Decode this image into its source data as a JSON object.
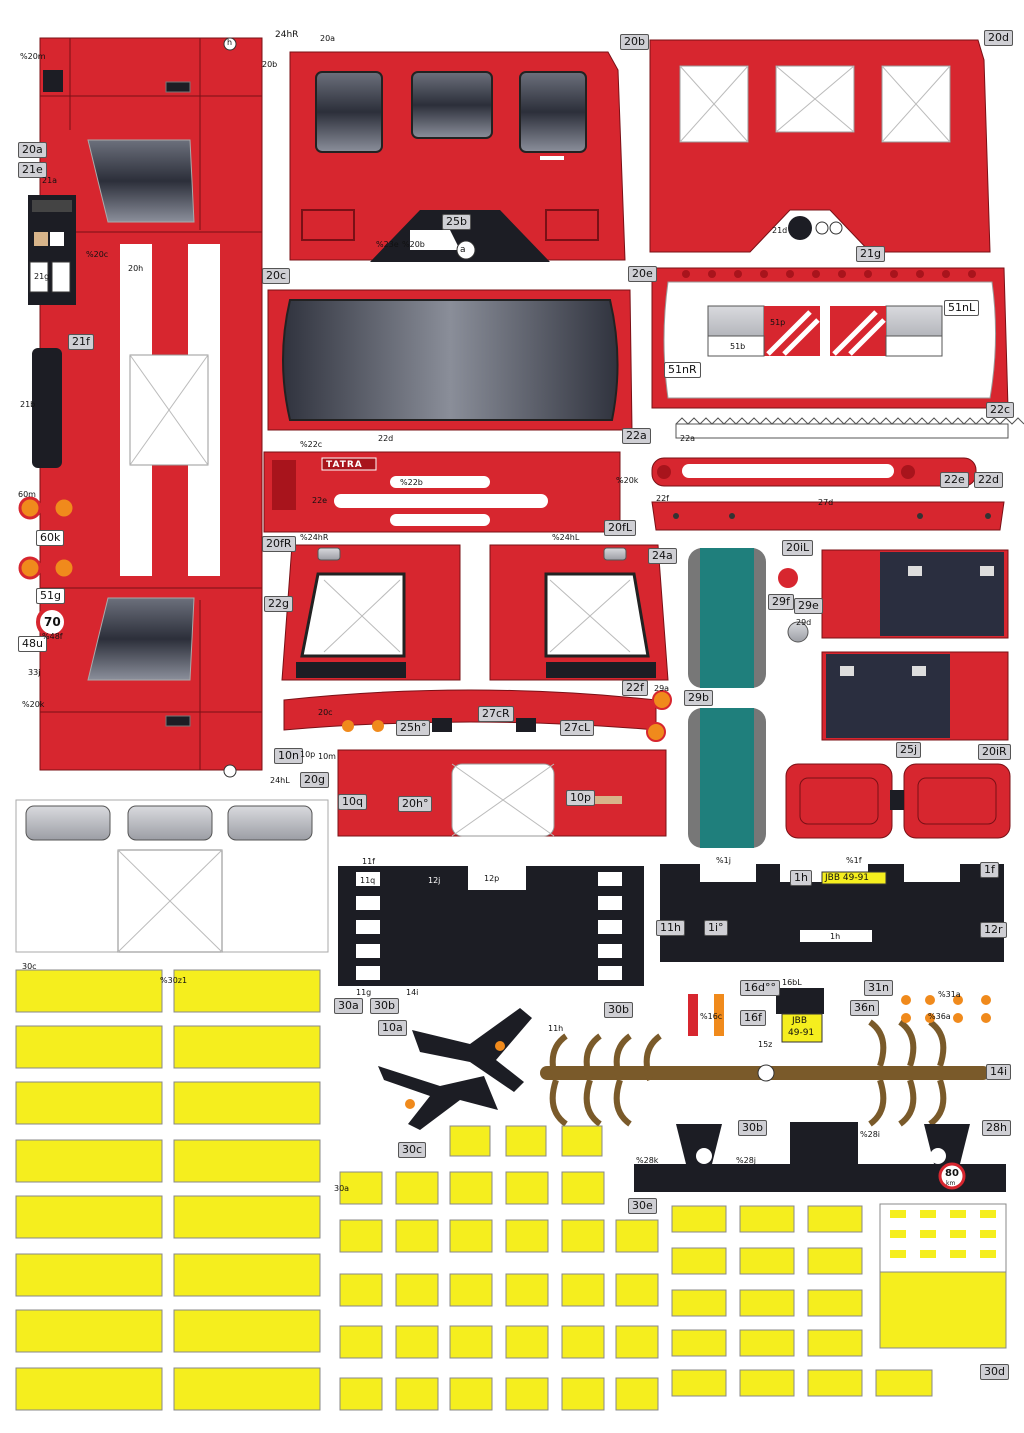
{
  "sheet": {
    "brand": "TATRA",
    "plate": "JBB 49-91",
    "plate_split_top": "JBB",
    "plate_split_bottom": "49-91",
    "speed_70": "70",
    "speed_80": "80",
    "speed_km": "km"
  },
  "part_tags": {
    "t24hR": "24hR",
    "t20b": "20b",
    "t20d": "20d",
    "t20a_l": "20a",
    "t21e": "21e",
    "t21f": "21f",
    "t25b": "25b",
    "t20c": "20c",
    "t20e": "20e",
    "t21g": "21g",
    "t51nL": "51nL",
    "t51nR": "51nR",
    "t22c": "22c",
    "t22a": "22a",
    "t22e": "22e",
    "t22d": "22d",
    "t60k": "60k",
    "t51g": "51g",
    "t48u": "48u",
    "t20fR": "20fR",
    "t20fL": "20fL",
    "t24a": "24a",
    "t20iL": "20iL",
    "t29f": "29f",
    "t29e": "29e",
    "t22g": "22g",
    "t22f": "22f",
    "t29b": "29b",
    "t27cR": "27cR",
    "t27cL": "27cL",
    "t25h": "25h°",
    "t25j": "25j",
    "t20iR": "20iR",
    "t10n": "10n",
    "t20g": "20g",
    "t10q": "10q",
    "t20h": "20h°",
    "t10p": "10p",
    "t1h": "1h",
    "t1f": "1f",
    "t11h": "11h",
    "t1i": "1i°",
    "t12r": "12r",
    "t30a": "30a",
    "t30b_l": "30b",
    "t10a": "10a",
    "t30b_r": "30b",
    "t16d": "16d°°",
    "t16f": "16f",
    "t31n": "31n",
    "t36n": "36n",
    "t14i": "14i",
    "t30b_b": "30b",
    "t28h": "28h",
    "t30c": "30c",
    "t30e": "30e",
    "t30d": "30d"
  },
  "small_labels": {
    "l20a": "20a",
    "l20b": "20b",
    "l20c": "%20c",
    "l20h": "20h",
    "l20m": "%20m",
    "l20k": "%20k",
    "l21a": "21a",
    "l21b": "21b",
    "l21g": "21g",
    "l21d": "21d",
    "l22a": "22a",
    "l22b": "%22b",
    "l22c": "%22c",
    "l22d": "22d",
    "l22e": "22e",
    "l22f": "22f",
    "l27d": "27d",
    "l24hR": "%24hR",
    "l24hL": "%24hL",
    "l24hL2": "24hL",
    "l51b": "51b",
    "l51p": "51p",
    "l60m": "60m",
    "l48f": "%48f",
    "l33j": "33j",
    "l29a": "29a",
    "l29d": "29d",
    "l11f": "11f",
    "l11q": "11q",
    "l12j": "12j",
    "l12p": "12p",
    "l14i": "14i",
    "l11g": "11g",
    "l1j": "%1j",
    "l1f": "%1f",
    "l1h": "1h",
    "l30c": "30c",
    "l30z1": "%30z1",
    "l30a": "30a",
    "l11h": "11h",
    "l15z": "15z",
    "l16bL": "16bL",
    "l16c": "%16c",
    "l28k": "%28k",
    "l28j": "%28j",
    "l28i": "%28i",
    "l31a": "%31a",
    "l36a": "%36a",
    "l20fk": "%20k",
    "l10m": "10m",
    "l10p": "10p",
    "la": "a",
    "lh": "h",
    "l23e": "%23e",
    "l20b2": "%20b",
    "l24a_tag": "20c"
  },
  "colors": {
    "red": "#d7262f",
    "red_dark": "#a8141c",
    "yellow": "#f5ee1e",
    "black": "#1c1d24",
    "glass": "#3b3f4c",
    "teal": "#1f7f7c",
    "orange": "#f08a1c",
    "brown": "#7a5a2a"
  }
}
